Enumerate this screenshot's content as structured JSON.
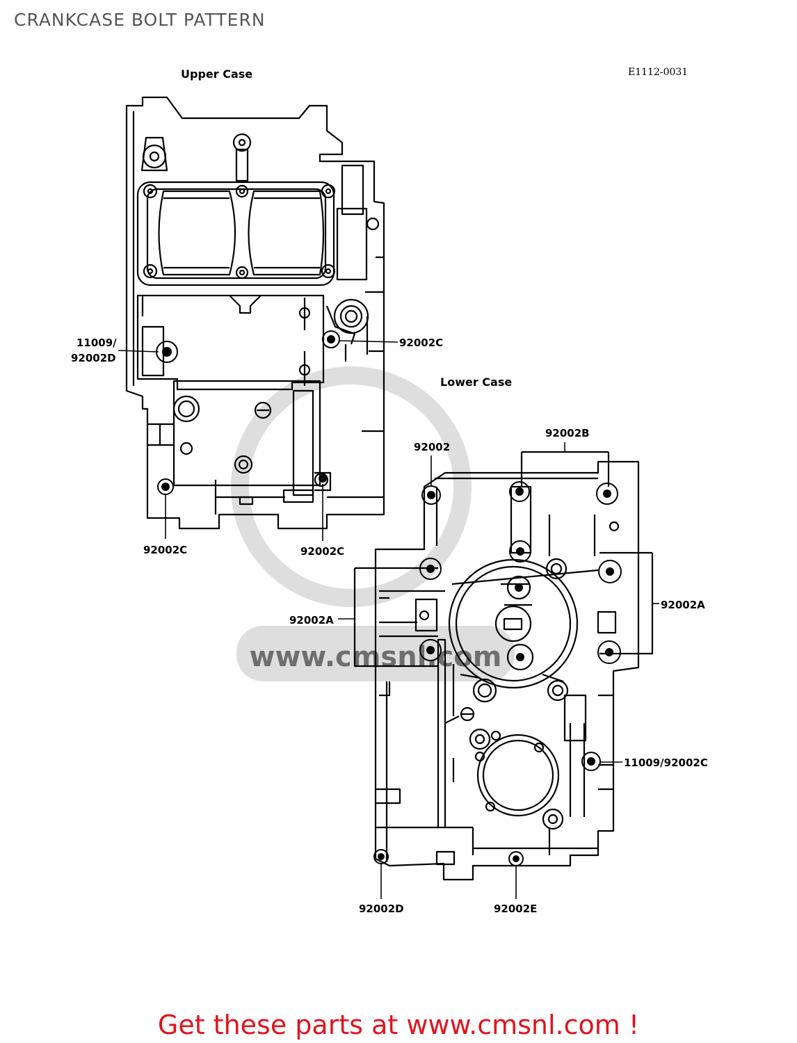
{
  "page": {
    "title": "CRANKCASE BOLT PATTERN",
    "reference_code": "E1112-0031",
    "footer": "Get these parts at www.cmsnl.com !",
    "watermark_text": "www.cmsnl.com"
  },
  "sections": {
    "upper_case": "Upper Case",
    "lower_case": "Lower Case"
  },
  "callouts": {
    "upper_11009_line1": "11009/",
    "upper_11009_line2": "92002D",
    "upper_92002c_right": "92002C",
    "upper_92002c_bottom_left": "92002C",
    "upper_92002c_bottom_right": "92002C",
    "lower_92002": "92002",
    "lower_92002b": "92002B",
    "lower_92002a_right": "92002A",
    "lower_92002a_left": "92002A",
    "lower_11009_92002c": "11009/92002C",
    "lower_92002d": "92002D",
    "lower_92002e": "92002E"
  },
  "colors": {
    "title": "#555555",
    "footer": "#e0141e",
    "line": "#000000"
  }
}
